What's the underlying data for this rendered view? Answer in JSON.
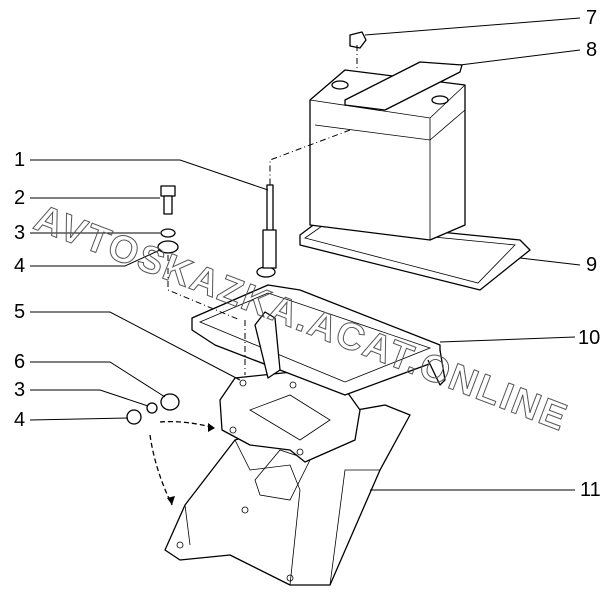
{
  "diagram": {
    "callouts": [
      {
        "id": "c1",
        "label": "1"
      },
      {
        "id": "c2",
        "label": "2"
      },
      {
        "id": "c3a",
        "label": "3"
      },
      {
        "id": "c4a",
        "label": "4"
      },
      {
        "id": "c5",
        "label": "5"
      },
      {
        "id": "c6",
        "label": "6"
      },
      {
        "id": "c3b",
        "label": "3"
      },
      {
        "id": "c4b",
        "label": "4"
      },
      {
        "id": "c7",
        "label": "7"
      },
      {
        "id": "c8",
        "label": "8"
      },
      {
        "id": "c9",
        "label": "9"
      },
      {
        "id": "c10",
        "label": "10"
      },
      {
        "id": "c11",
        "label": "11"
      }
    ],
    "watermark": "AVTOSKAZKA.ACAT.ONLINE"
  }
}
